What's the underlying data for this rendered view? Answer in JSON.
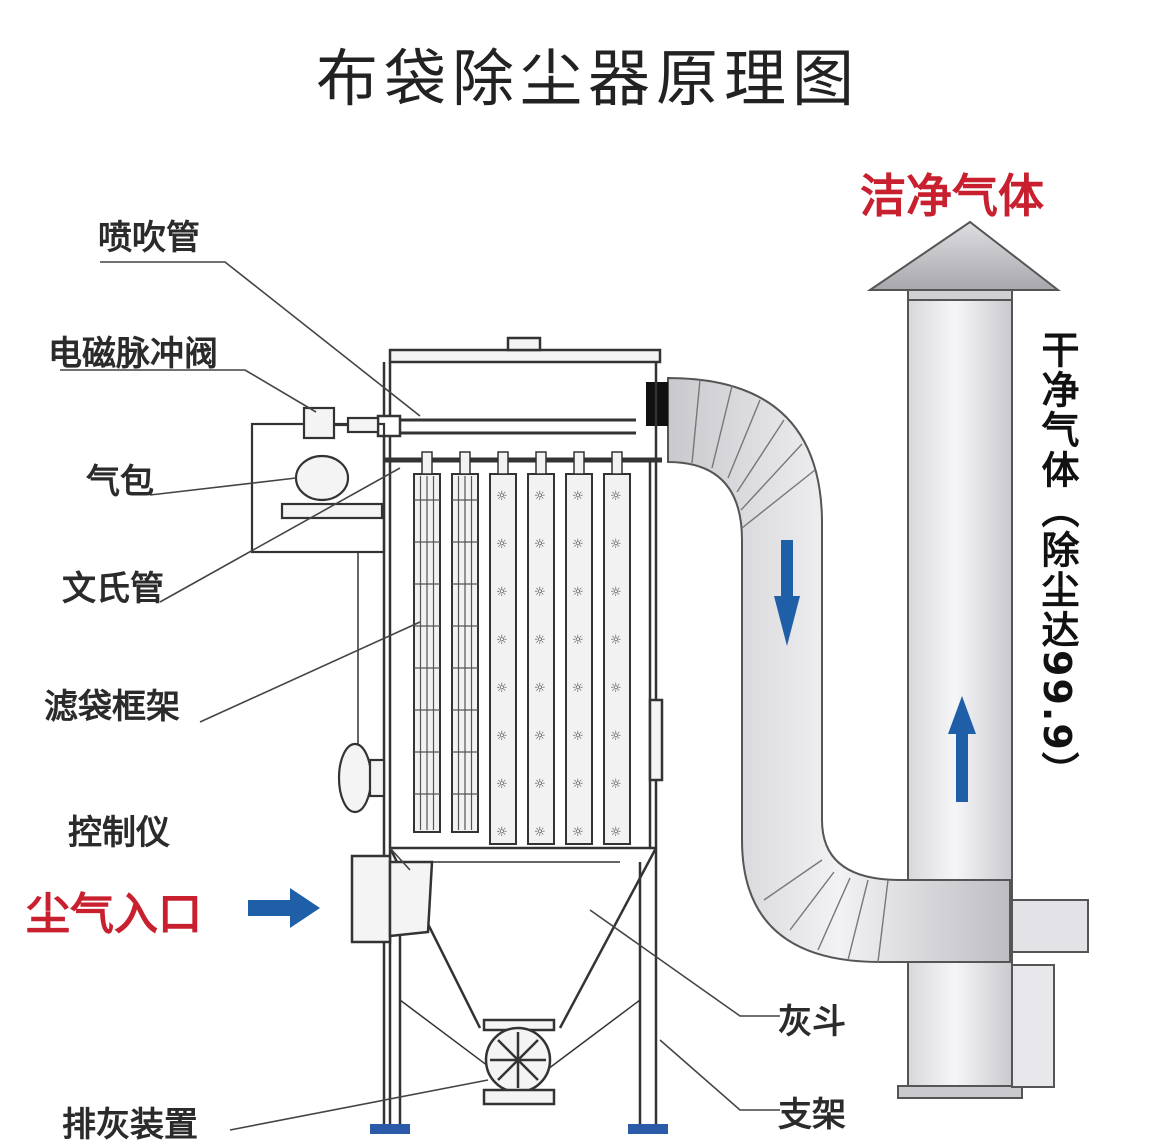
{
  "title": "布袋除尘器原理图",
  "labels": {
    "blow_pipe": "喷吹管",
    "pulse_valve": "电磁脉冲阀",
    "air_bag": "气包",
    "venturi": "文氏管",
    "bag_frame": "滤袋框架",
    "controller": "控制仪",
    "dust_inlet": "尘气入口",
    "ash_hopper": "灰斗",
    "support": "支架",
    "discharge": "排灰装置",
    "clean_gas": "洁净气体",
    "stack_text": "干净气体（除尘达99.9）"
  },
  "colors": {
    "accent_red": "#c8202f",
    "arrow_blue": "#1f5fa8",
    "metal_light": "#e9e9ec",
    "metal_dark": "#9a9aa0",
    "line": "#333333"
  },
  "icons": {
    "flow_arrow": "arrow-icon",
    "fan": "fan-icon"
  }
}
